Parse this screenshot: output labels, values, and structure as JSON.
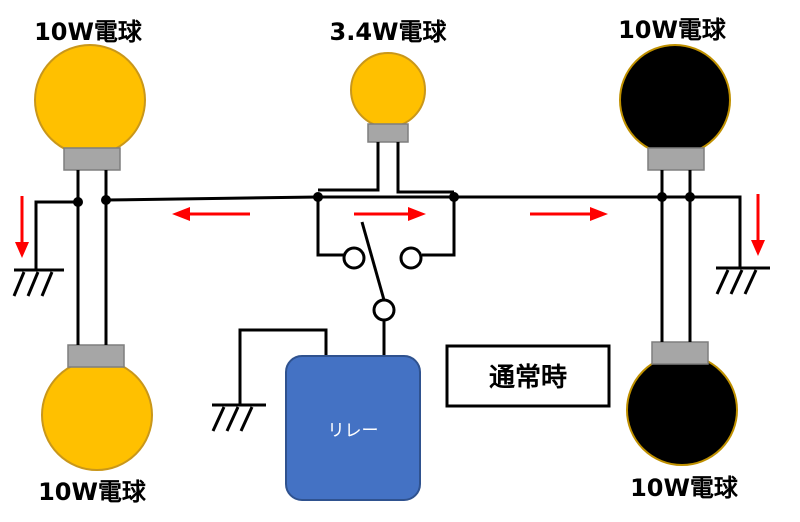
{
  "labels": {
    "bulb_top_left": "10W電球",
    "bulb_top_center": "3.4W電球",
    "bulb_top_right": "10W電球",
    "bulb_bottom_left": "10W電球",
    "bulb_bottom_right": "10W電球"
  },
  "relay": {
    "label": "リレー"
  },
  "state": {
    "label": "通常時"
  },
  "colors": {
    "bulb_on": "#FFC000",
    "bulb_on_stroke": "#C9971A",
    "bulb_off": "#000000",
    "bulb_off_stroke": "#BF9000",
    "socket": "#A6A6A6",
    "socket_stroke": "#7F7F7F",
    "relay_fill": "#4472C4",
    "relay_stroke": "#2F528F",
    "arrow": "#FF0000",
    "wire": "#000000"
  }
}
